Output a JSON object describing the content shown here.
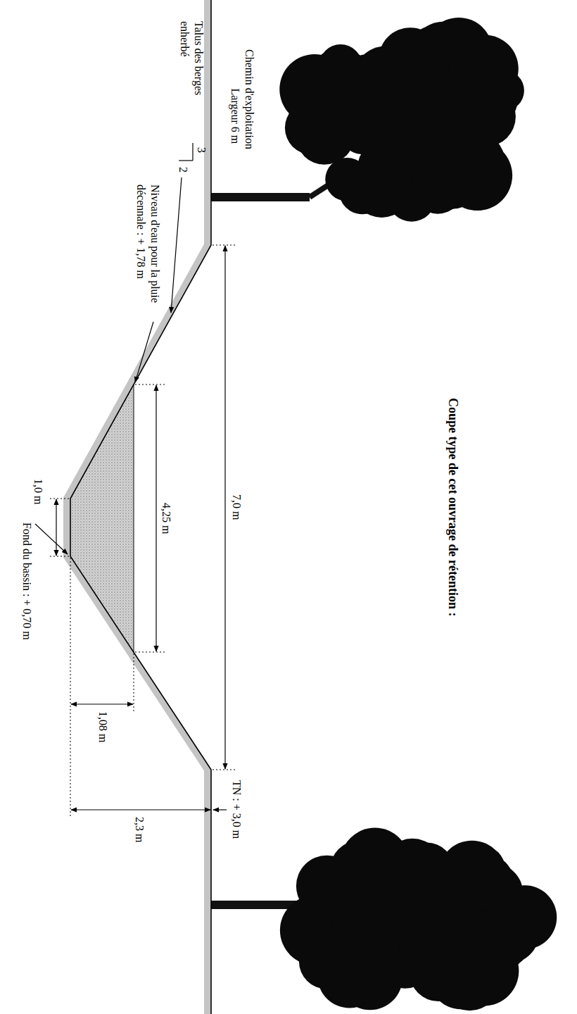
{
  "diagram": {
    "title": "Coupe type de cet ouvrage de rétention :",
    "labels": [
      "Chemin d'exploitation",
      "Largeur 6 m",
      "Talus des berges enherbé",
      "3",
      "2",
      "Niveau d'eau pour la pluie décennale : + 1,78 m",
      "7,0 m",
      "4,25 m",
      "1,0 m",
      "Fond du bassin : + 0,70 m",
      "1,08 m",
      "2,3 m",
      "TN : + 3,0 m"
    ]
  }
}
